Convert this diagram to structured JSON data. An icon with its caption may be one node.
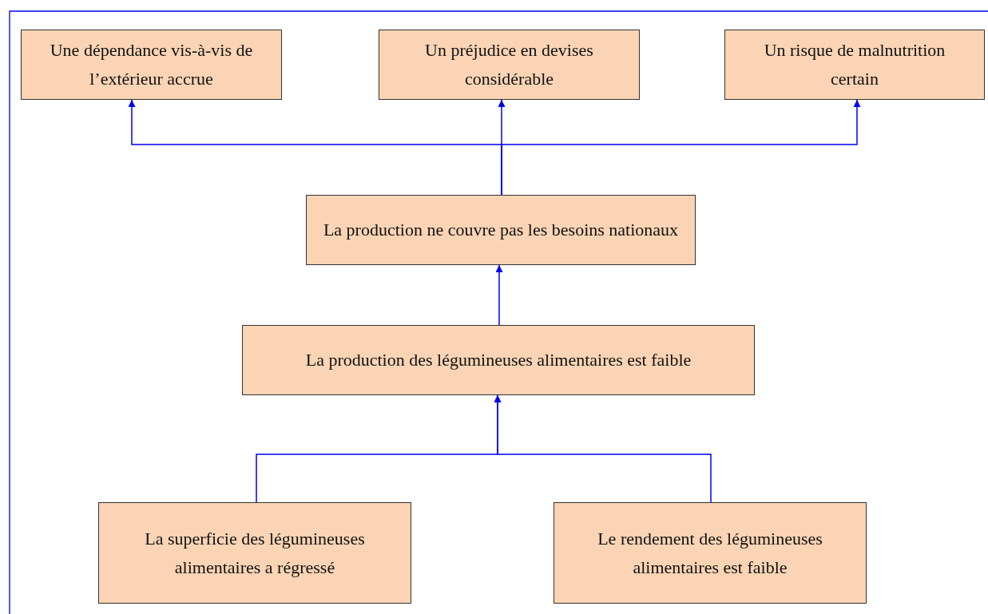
{
  "diagram": {
    "nodes": [
      {
        "text": [
          "Une dépendance vis-à-vis de l’extérieur accrue"
        ]
      },
      {
        "text": [
          "Un préjudice en devises considérable"
        ]
      },
      {
        "text": [
          "Un risque de malnutrition certain"
        ]
      },
      {
        "text": [
          "La production ne couvre pas les besoins nationaux"
        ]
      },
      {
        "text": [
          "La production des légumineuses alimentaires est faible"
        ]
      },
      {
        "text": [
          "La superficie des légumineuses alimentaires a régressé"
        ]
      },
      {
        "text": [
          "Le rendement des légumineuses alimentaires est faible"
        ]
      }
    ],
    "edges": [
      {
        "from": 3,
        "to": 0,
        "arrow": "to"
      },
      {
        "from": 3,
        "to": 1,
        "arrow": "to"
      },
      {
        "from": 3,
        "to": 2,
        "arrow": "to"
      },
      {
        "from": 4,
        "to": 3,
        "arrow": "to"
      },
      {
        "from": 5,
        "to": 4,
        "arrow": "to"
      },
      {
        "from": 6,
        "to": 4,
        "arrow": "to"
      }
    ]
  }
}
